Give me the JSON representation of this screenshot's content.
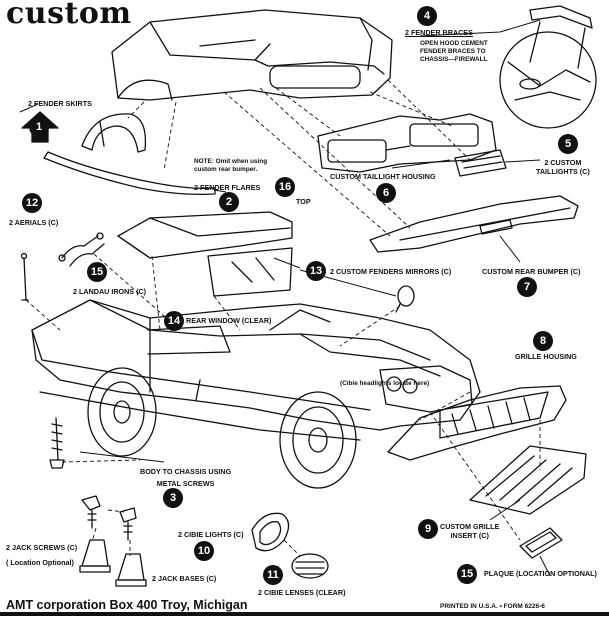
{
  "title": "custom",
  "labels": {
    "fender_braces": "2 FENDER BRACES",
    "fender_braces_note_1": "OPEN HOOD CEMENT",
    "fender_braces_note_2": "FENDER BRACES TO",
    "fender_braces_note_3": "CHASSIS—FIREWALL",
    "fender_skirts": "2 FENDER SKIRTS",
    "note_label": "NOTE:",
    "note_text_1": "Omit when using",
    "note_text_2": "custom rear bumper.",
    "fender_flares": "2 FENDER FLARES",
    "top": "TOP",
    "taillight_housing": "CUSTOM TAILLIGHT HOUSING",
    "custom_taillights_1": "2 CUSTOM",
    "custom_taillights_2": "TAILLIGHTS (C)",
    "aerials": "2 AERIALS (C)",
    "landau_irons": "2 LANDAU IRONS (C)",
    "fenders_mirrors": "2 CUSTOM FENDERS MIRRORS (C)",
    "custom_rear_bumper": "CUSTOM REAR BUMPER (C)",
    "rear_window": "REAR WINDOW (Clear)",
    "grille_housing": "GRILLE HOUSING",
    "cibie_note": "(Cibie headlights locate here)",
    "body_to_chassis_1": "BODY TO CHASSIS USING",
    "body_to_chassis_2": "METAL SCREWS",
    "cibie_lights": "2 CIBIE LIGHTS (C)",
    "custom_grille_insert_1": "CUSTOM GRILLE",
    "custom_grille_insert_2": "INSERT (C)",
    "jack_screws_1": "2 JACK SCREWS (C)",
    "jack_screws_2": "( Location Optional)",
    "jack_bases": "2 JACK BASES (C)",
    "cibie_lenses": "2 CIBIE LENSES (Clear)",
    "plaque": "PLAQUE (Location Optional)"
  },
  "badges": {
    "b1": "1",
    "b2": "2",
    "b3": "3",
    "b4": "4",
    "b5": "5",
    "b6": "6",
    "b7": "7",
    "b8": "8",
    "b9": "9",
    "b10": "10",
    "b11": "11",
    "b12": "12",
    "b13": "13",
    "b14": "14",
    "b15a": "15",
    "b15b": "15",
    "b16": "16"
  },
  "footer": {
    "company": "AMT corporation Box 400 Troy, Michigan",
    "printed": "PRINTED IN U.S.A.  •  FORM 6226-6"
  }
}
